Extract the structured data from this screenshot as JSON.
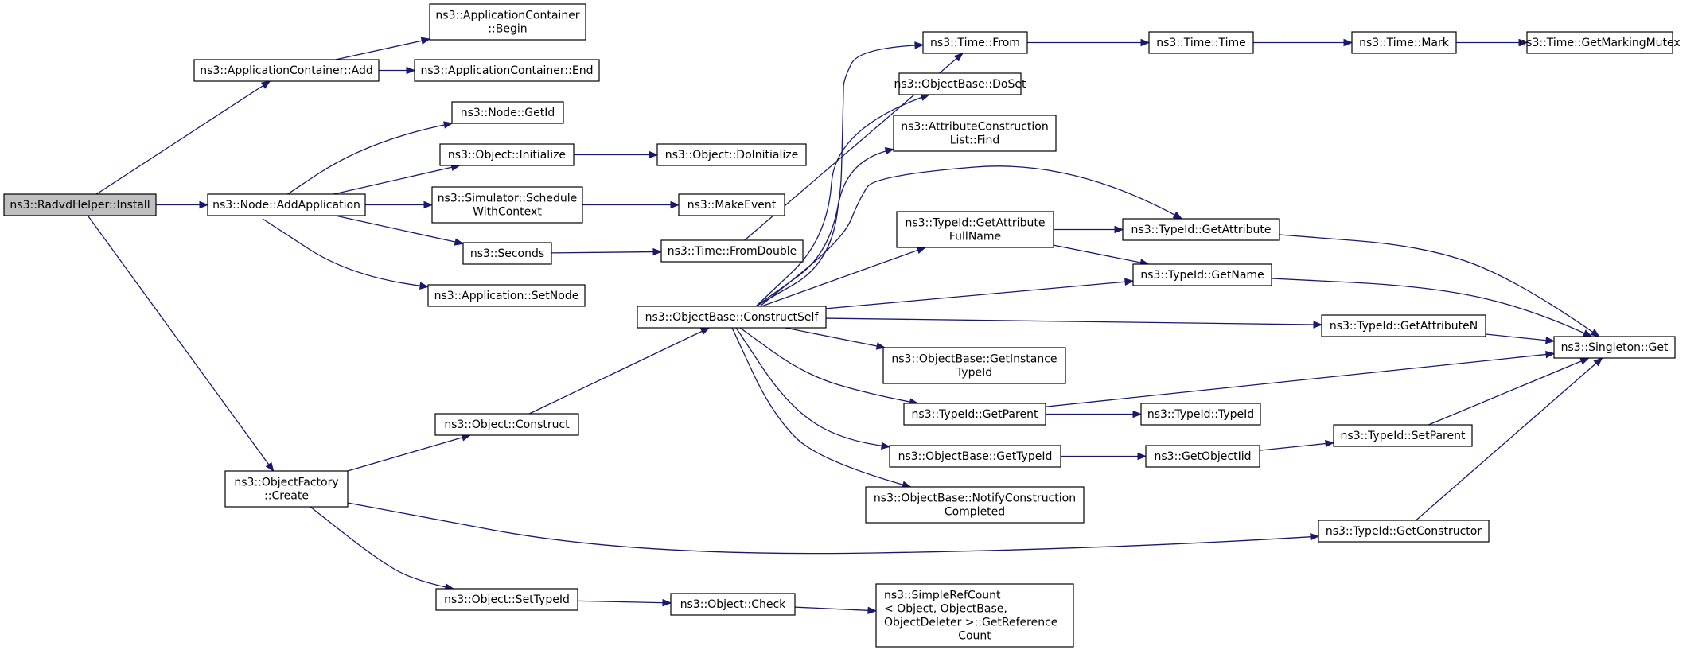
{
  "graph": {
    "nodes": [
      {
        "id": "n0",
        "lines": [
          "ns3::RadvdHelper::Install"
        ],
        "root": true
      },
      {
        "id": "n1",
        "lines": [
          "ns3::ApplicationContainer::Add"
        ]
      },
      {
        "id": "n2",
        "lines": [
          "ns3::ApplicationContainer",
          "::Begin"
        ]
      },
      {
        "id": "n3",
        "lines": [
          "ns3::ApplicationContainer::End"
        ]
      },
      {
        "id": "n4",
        "lines": [
          "ns3::Node::AddApplication"
        ]
      },
      {
        "id": "n5",
        "lines": [
          "ns3::Node::GetId"
        ]
      },
      {
        "id": "n6",
        "lines": [
          "ns3::Object::Initialize"
        ]
      },
      {
        "id": "n7",
        "lines": [
          "ns3::Object::DoInitialize"
        ]
      },
      {
        "id": "n8",
        "lines": [
          "ns3::Simulator::Schedule",
          "WithContext"
        ]
      },
      {
        "id": "n9",
        "lines": [
          "ns3::MakeEvent"
        ]
      },
      {
        "id": "n10",
        "lines": [
          "ns3::Seconds"
        ]
      },
      {
        "id": "n11",
        "lines": [
          "ns3::Time::FromDouble"
        ]
      },
      {
        "id": "n12",
        "lines": [
          "ns3::Application::SetNode"
        ]
      },
      {
        "id": "n13",
        "lines": [
          "ns3::ObjectFactory",
          "::Create"
        ]
      },
      {
        "id": "n14",
        "lines": [
          "ns3::Object::Construct"
        ]
      },
      {
        "id": "n15",
        "lines": [
          "ns3::ObjectBase::ConstructSelf"
        ]
      },
      {
        "id": "n16",
        "lines": [
          "ns3::Time::From"
        ]
      },
      {
        "id": "n17",
        "lines": [
          "ns3::Time::Time"
        ]
      },
      {
        "id": "n18",
        "lines": [
          "ns3::Time::Mark"
        ]
      },
      {
        "id": "n19",
        "lines": [
          "ns3::Time::GetMarkingMutex"
        ]
      },
      {
        "id": "n20",
        "lines": [
          "ns3::ObjectBase::DoSet"
        ]
      },
      {
        "id": "n21",
        "lines": [
          "ns3::AttributeConstruction",
          "List::Find"
        ]
      },
      {
        "id": "n22",
        "lines": [
          "ns3::TypeId::GetAttribute",
          "FullName"
        ]
      },
      {
        "id": "n23",
        "lines": [
          "ns3::TypeId::GetAttribute"
        ]
      },
      {
        "id": "n24",
        "lines": [
          "ns3::TypeId::GetName"
        ]
      },
      {
        "id": "n25",
        "lines": [
          "ns3::TypeId::GetAttributeN"
        ]
      },
      {
        "id": "n26",
        "lines": [
          "ns3::Singleton::Get"
        ]
      },
      {
        "id": "n27",
        "lines": [
          "ns3::ObjectBase::GetInstance",
          "TypeId"
        ]
      },
      {
        "id": "n28",
        "lines": [
          "ns3::TypeId::GetParent"
        ]
      },
      {
        "id": "n29",
        "lines": [
          "ns3::TypeId::TypeId"
        ]
      },
      {
        "id": "n30",
        "lines": [
          "ns3::ObjectBase::GetTypeId"
        ]
      },
      {
        "id": "n31",
        "lines": [
          "ns3::GetObjectIid"
        ]
      },
      {
        "id": "n32",
        "lines": [
          "ns3::TypeId::SetParent"
        ]
      },
      {
        "id": "n33",
        "lines": [
          "ns3::ObjectBase::NotifyConstruction",
          "Completed"
        ]
      },
      {
        "id": "n34",
        "lines": [
          "ns3::TypeId::GetConstructor"
        ]
      },
      {
        "id": "n35",
        "lines": [
          "ns3::Object::SetTypeId"
        ]
      },
      {
        "id": "n36",
        "lines": [
          "ns3::Object::Check"
        ]
      },
      {
        "id": "n37",
        "lines": [
          "ns3::SimpleRefCount",
          "< Object, ObjectBase,",
          " ObjectDeleter >::GetReference",
          "Count"
        ]
      }
    ],
    "edges": [
      [
        "n0",
        "n1"
      ],
      [
        "n0",
        "n4"
      ],
      [
        "n0",
        "n13"
      ],
      [
        "n1",
        "n2"
      ],
      [
        "n1",
        "n3"
      ],
      [
        "n4",
        "n5"
      ],
      [
        "n4",
        "n6"
      ],
      [
        "n4",
        "n8"
      ],
      [
        "n4",
        "n10"
      ],
      [
        "n4",
        "n12"
      ],
      [
        "n6",
        "n7"
      ],
      [
        "n8",
        "n9"
      ],
      [
        "n10",
        "n11"
      ],
      [
        "n11",
        "n16"
      ],
      [
        "n16",
        "n17"
      ],
      [
        "n17",
        "n18"
      ],
      [
        "n18",
        "n19"
      ],
      [
        "n13",
        "n14"
      ],
      [
        "n13",
        "n34"
      ],
      [
        "n13",
        "n35"
      ],
      [
        "n14",
        "n15"
      ],
      [
        "n15",
        "n16"
      ],
      [
        "n15",
        "n20"
      ],
      [
        "n15",
        "n21"
      ],
      [
        "n15",
        "n22"
      ],
      [
        "n15",
        "n23"
      ],
      [
        "n15",
        "n24"
      ],
      [
        "n15",
        "n25"
      ],
      [
        "n15",
        "n27"
      ],
      [
        "n15",
        "n28"
      ],
      [
        "n15",
        "n30"
      ],
      [
        "n15",
        "n33"
      ],
      [
        "n22",
        "n23"
      ],
      [
        "n22",
        "n24"
      ],
      [
        "n23",
        "n26"
      ],
      [
        "n24",
        "n26"
      ],
      [
        "n25",
        "n26"
      ],
      [
        "n28",
        "n26"
      ],
      [
        "n28",
        "n29"
      ],
      [
        "n30",
        "n31"
      ],
      [
        "n31",
        "n32"
      ],
      [
        "n32",
        "n26"
      ],
      [
        "n34",
        "n26"
      ],
      [
        "n35",
        "n36"
      ],
      [
        "n36",
        "n37"
      ]
    ]
  }
}
